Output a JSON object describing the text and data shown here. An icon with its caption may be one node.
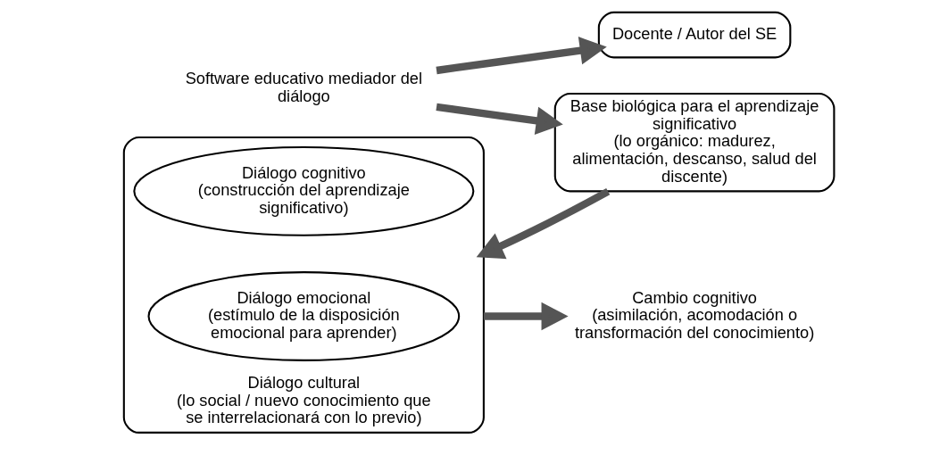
{
  "diagram": {
    "nodes": [
      {
        "text": [
          "Software educativo mediador del diálogo"
        ]
      },
      {
        "text": [
          "Docente / Autor del SE"
        ]
      },
      {
        "text": [
          "Diálogo cultural",
          "(lo social / nuevo conocimiento que se interrelacionará con lo previo)"
        ]
      },
      {
        "text": [
          "Diálogo cognitivo",
          "(construcción del aprendizaje significativo)"
        ],
        "in": 2
      },
      {
        "text": [
          "Diálogo emocional",
          "(estímulo de la disposición emocional para aprender)"
        ],
        "in": 2
      },
      {
        "text": [
          "Cambio cognitivo",
          "(asimilación, acomodación o transformación del conocimiento)"
        ]
      },
      {
        "text": [
          "Base biológica para el aprendizaje significativo",
          "(lo orgánico: madurez, alimentación, descanso, salud del discente)"
        ]
      }
    ],
    "edges": [
      {
        "from": 0,
        "to": 1,
        "arrow": "to"
      },
      {
        "from": 0,
        "to": 6,
        "arrow": "to"
      },
      {
        "from": 6,
        "to": 2,
        "arrow": "to"
      },
      {
        "from": 2,
        "to": 5,
        "arrow": "to"
      }
    ]
  }
}
